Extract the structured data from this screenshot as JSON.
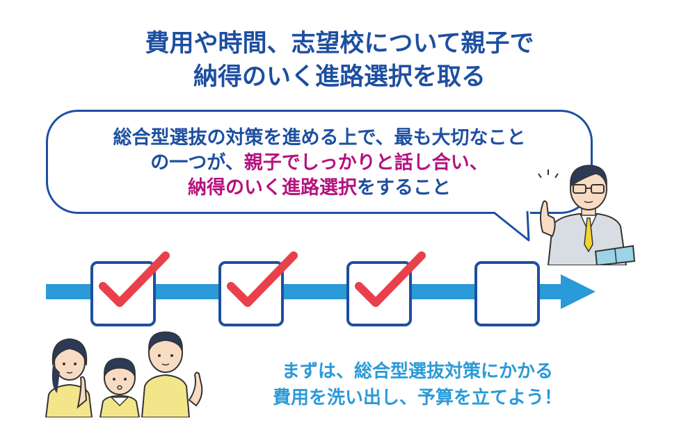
{
  "title": {
    "line1": "費用や時間、志望校について親子で",
    "line2": "納得のいく進路選択を取る"
  },
  "bubble": {
    "line1": "総合型選抜の対策を進める上で、最も大切なこと",
    "line2_pre": "の一つが、",
    "line2_highlight": "親子でしっかりと話し合い、",
    "line3_highlight": "納得のいく進路選択",
    "line3_post": "をすること"
  },
  "steps": [
    {
      "checked": true
    },
    {
      "checked": true
    },
    {
      "checked": true
    },
    {
      "checked": false
    }
  ],
  "bottom_note": {
    "line1": "まずは、総合型選抜対策にかかる",
    "line2": "費用を洗い出し、予算を立てよう！"
  },
  "colors": {
    "title": "#1d4fa0",
    "highlight": "#b5127e",
    "arrow": "#2a9ad8",
    "check": "#e8414b",
    "note": "#2a9ad8"
  },
  "illustrations": [
    "teacher-figure",
    "family-figures"
  ]
}
